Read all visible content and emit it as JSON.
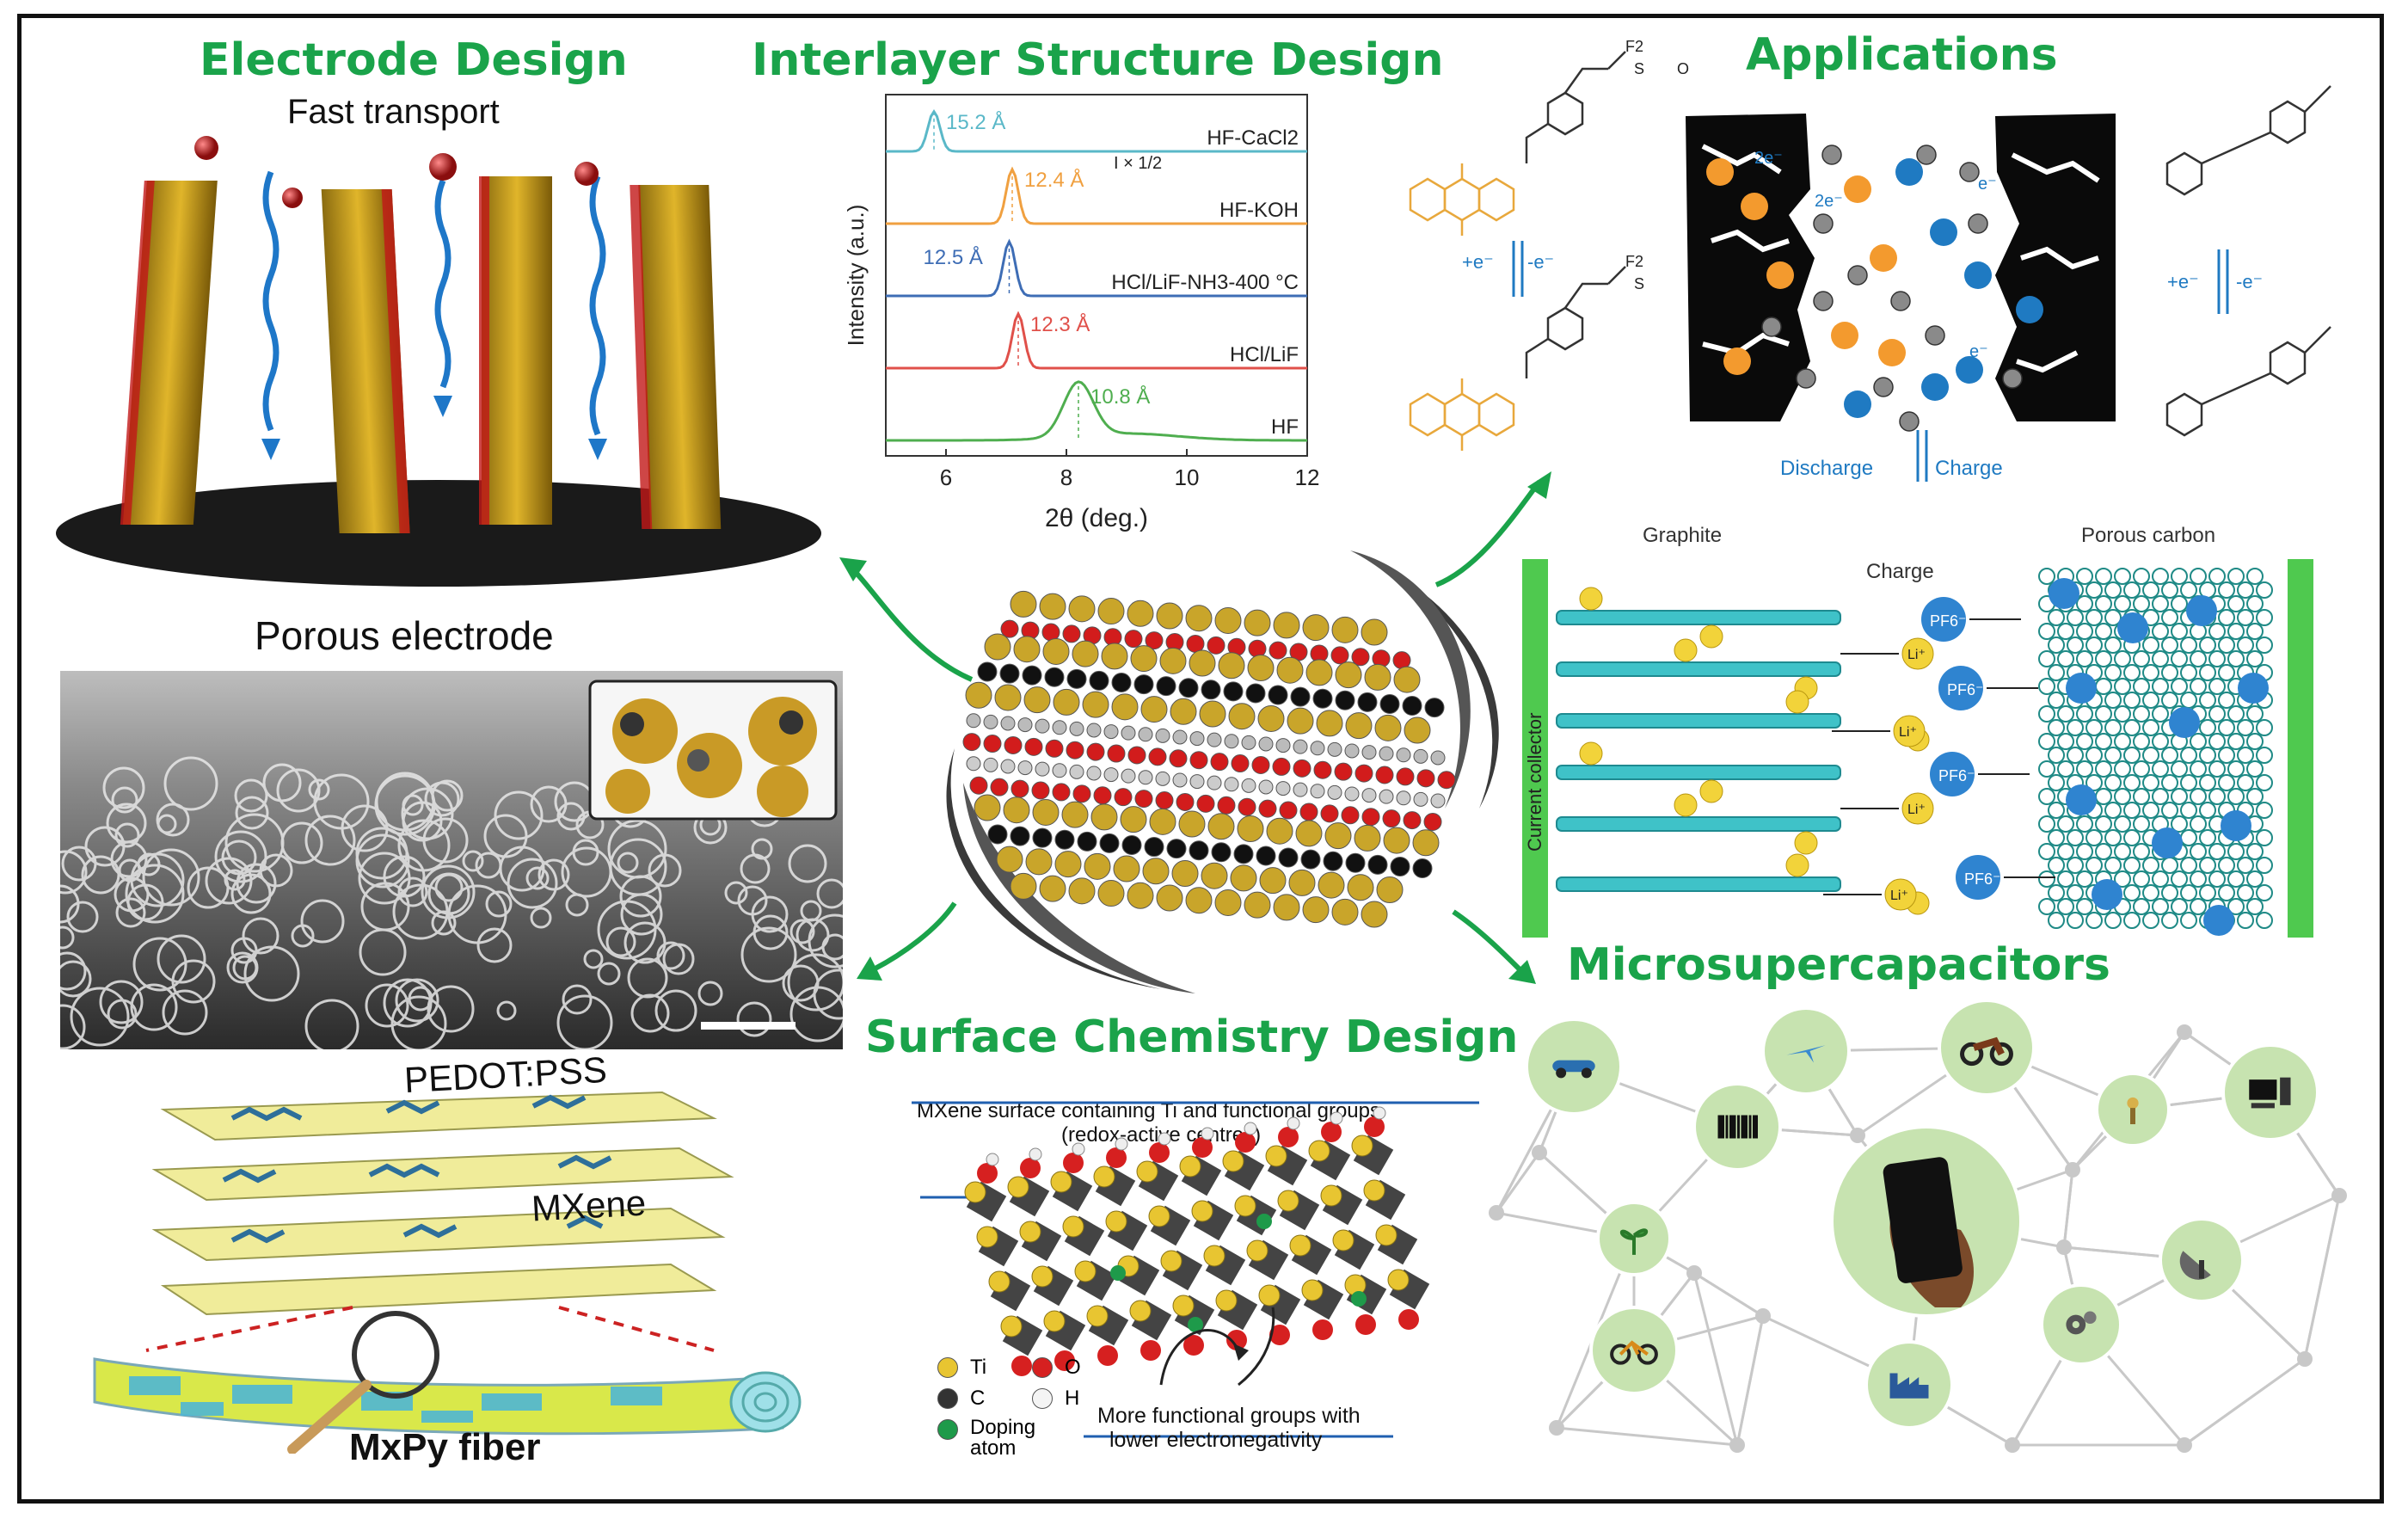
{
  "titles": {
    "electrode": "Electrode Design",
    "interlayer": "Interlayer Structure Design",
    "applications": "Applications",
    "surface": "Surface Chemistry Design",
    "micro": "Microsupercapacitors"
  },
  "electrode": {
    "fast_transport": "Fast transport",
    "porous_electrode": "Porous electrode",
    "pedot": "PEDOT:PSS",
    "mxene": "MXene",
    "fiber": "MxPy fiber"
  },
  "chart_data": {
    "type": "line",
    "xlabel": "2θ (deg.)",
    "ylabel": "Intensity (a.u.)",
    "xlim": [
      5,
      12
    ],
    "xticks": [
      6,
      8,
      10,
      12
    ],
    "scale_note": "I × 1/2",
    "series": [
      {
        "name": "HF-CaCl2",
        "peak_label": "15.2 Å",
        "peak_x": 5.8,
        "color": "#5ab8c8"
      },
      {
        "name": "HF-KOH",
        "peak_label": "12.4 Å",
        "peak_x": 7.1,
        "color": "#f0a040"
      },
      {
        "name": "HCl/LiF-NH3-400 °C",
        "peak_label": "12.5 Å",
        "peak_x": 7.05,
        "color": "#3e6db5"
      },
      {
        "name": "HCl/LiF",
        "peak_label": "12.3 Å",
        "peak_x": 7.2,
        "color": "#e0504a"
      },
      {
        "name": "HF",
        "peak_label": "10.8 Å",
        "peak_x": 8.2,
        "color": "#4fae4f"
      }
    ]
  },
  "applications": {
    "discharge": "Discharge",
    "charge": "Charge",
    "plus_e": "+e⁻",
    "minus_e": "-e⁻",
    "two_e": "2e⁻",
    "e_minus": "e⁻",
    "graphite": "Graphite",
    "porous_carbon": "Porous carbon",
    "charge_mid": "Charge",
    "current_collector": "Current collector",
    "pf6": "PF6⁻",
    "li": "Li⁺",
    "o_atom": "O",
    "s_atom": "S",
    "f2": "F2"
  },
  "surface": {
    "desc_line1": "MXene surface containing Ti and functional groups",
    "desc_line2": "(redox-active centres)",
    "legend": [
      {
        "label": "Ti",
        "color": "#e8c531"
      },
      {
        "label": "O",
        "color": "#d62020"
      },
      {
        "label": "C",
        "color": "#333333"
      },
      {
        "label": "H",
        "color": "#f4f4f4"
      },
      {
        "label": "Doping atom",
        "color": "#1e9a4a"
      }
    ],
    "note_line1": "More functional groups with",
    "note_line2": "lower electronegativity"
  },
  "icons": [
    "car-icon",
    "airplane-icon",
    "motorcycle-icon",
    "barcode-icon",
    "key-icon",
    "computer-icon",
    "plant-icon",
    "smartphone-icon",
    "satellite-dish-icon",
    "bicycle-icon",
    "gears-icon",
    "factory-icon"
  ]
}
